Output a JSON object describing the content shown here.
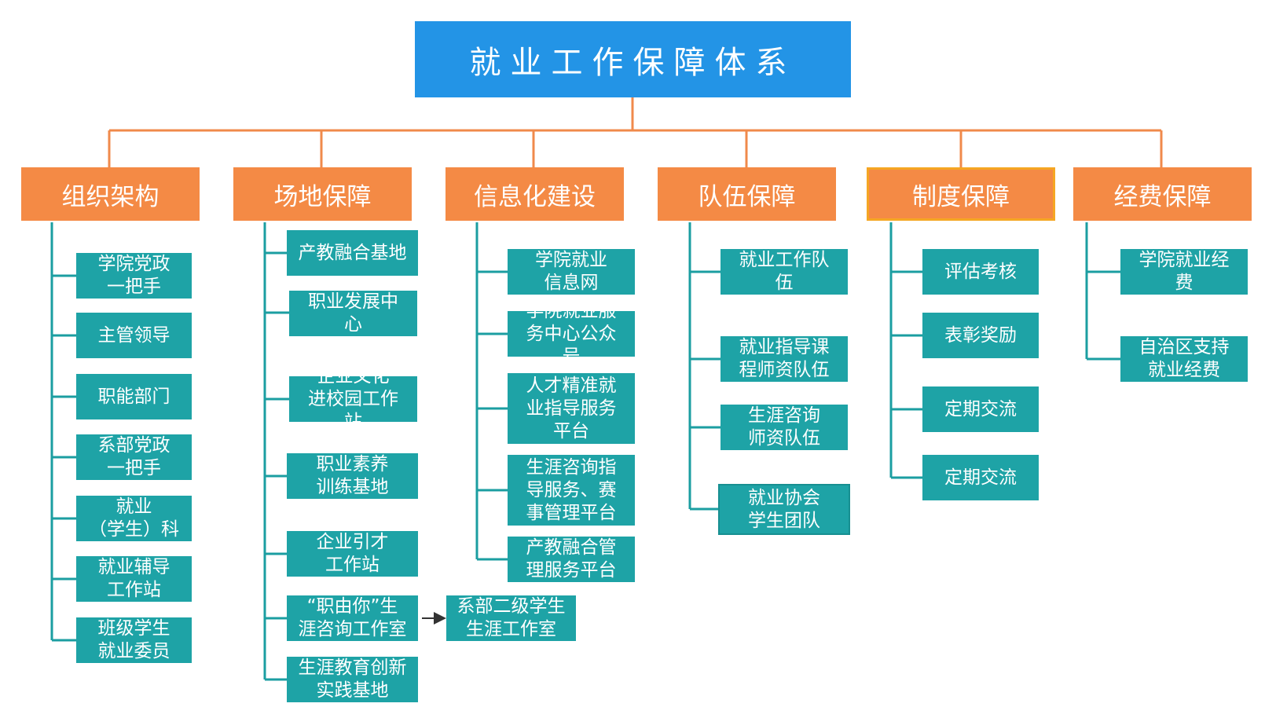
{
  "title": "就业工作保障体系",
  "categories": [
    {
      "label": "组织架构",
      "items": [
        "学院党政\n一把手",
        "主管领导",
        "职能部门",
        "系部党政\n一把手",
        "就业\n（学生）科",
        "就业辅导\n工作站",
        "班级学生\n就业委员"
      ]
    },
    {
      "label": "场地保障",
      "items": [
        "产教融合基地",
        "职业发展中\n心",
        "企业文化\n进校园工作\n站",
        "职业素养\n训练基地",
        "企业引才\n工作站",
        "“职由你”生\n涯咨询工作室",
        "生涯教育创新\n实践基地"
      ]
    },
    {
      "label": "信息化建设",
      "items": [
        "学院就业\n信息网",
        "学院就业服\n务中心公众\n号",
        "人才精准就\n业指导服务\n平台",
        "生涯咨询指\n导服务、赛\n事管理平台",
        "产教融合管\n理服务平台"
      ]
    },
    {
      "label": "队伍保障",
      "items": [
        "就业工作队\n伍",
        "就业指导课\n程师资队伍",
        "生涯咨询\n师资队伍",
        "就业协会\n学生团队"
      ]
    },
    {
      "label": "制度保障",
      "items": [
        "评估考核",
        "表彰奖励",
        "定期交流",
        "定期交流"
      ]
    },
    {
      "label": "经费保障",
      "items": [
        "学院就业经\n费",
        "自治区支持\n就业经费"
      ]
    }
  ],
  "extra_node": "系部二级学生\n生涯工作室",
  "colors": {
    "root": "#2394e6",
    "category": "#f48a45",
    "item": "#1ea3a6",
    "connector": "#f08a4b",
    "tree_line": "#1b9ea1"
  }
}
